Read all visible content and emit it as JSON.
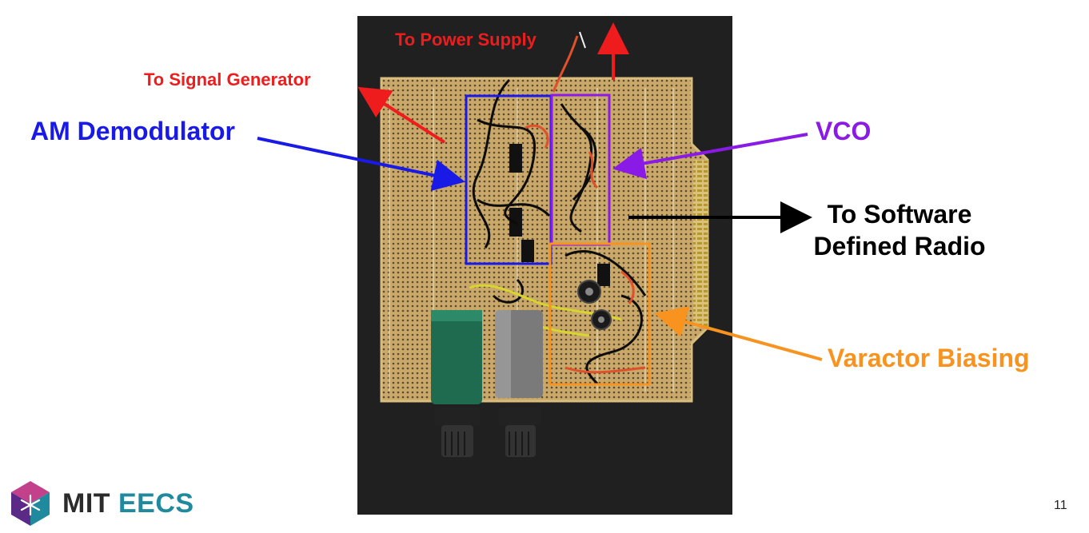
{
  "labels": {
    "power_supply": "To Power Supply",
    "signal_generator": "To Signal Generator",
    "am_demodulator": "AM Demodulator",
    "vco": "VCO",
    "sdr_line1": "To Software",
    "sdr_line2": "Defined Radio",
    "varactor_biasing": "Varactor Biasing"
  },
  "colors": {
    "red": "#ee1c1c",
    "blue": "#1a1ae6",
    "purple": "#8a1ae6",
    "black": "#000000",
    "orange": "#f7931e",
    "teal": "#1f8a9e"
  },
  "logo": {
    "mit": "MIT",
    "eecs": "EECS",
    "icon": "mit-eecs-cube-icon"
  },
  "page_number": "11",
  "photo": {
    "subject": "circuit-board-photo"
  }
}
